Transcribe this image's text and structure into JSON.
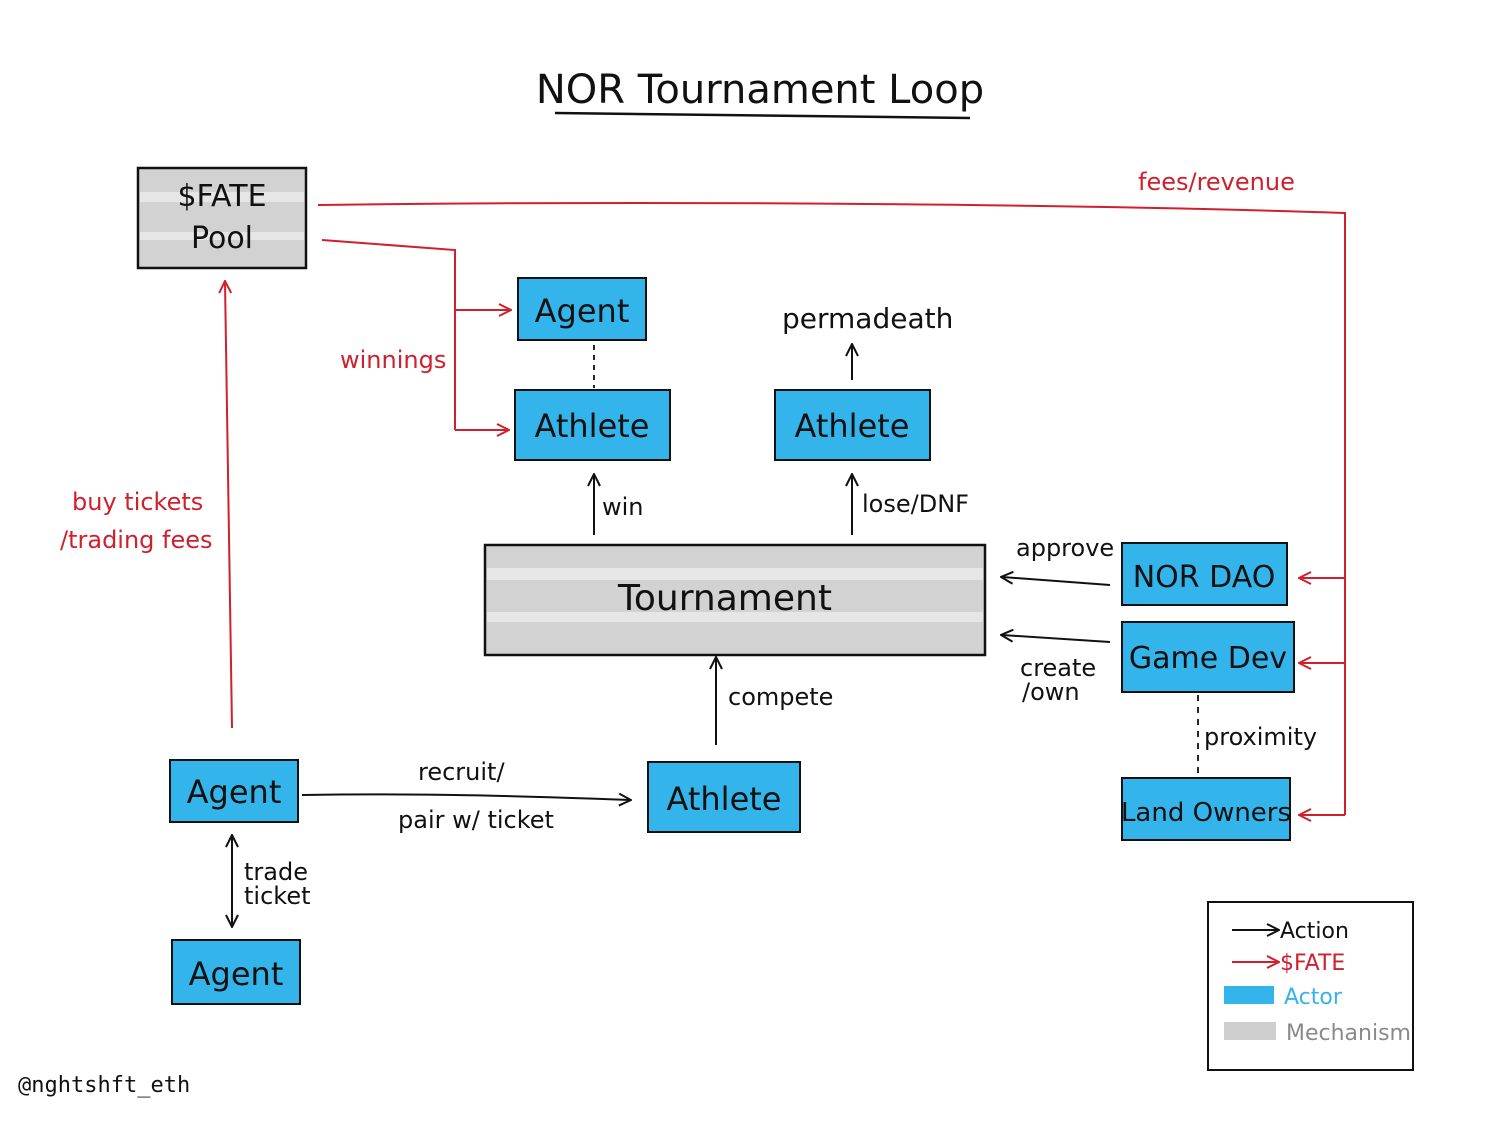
{
  "title": "NOR Tournament Loop",
  "credit": "@nghtshft_eth",
  "colors": {
    "action": "#111111",
    "fate": "#d0202e",
    "actor": "#33b4ea",
    "mechanism": "#cfcfcf"
  },
  "nodes": {
    "fate_pool": {
      "line1": "$FATE",
      "line2": "Pool"
    },
    "agent_top": "Agent",
    "athlete_win": "Athlete",
    "athlete_lose": "Athlete",
    "tournament": "Tournament",
    "nor_dao": "NOR DAO",
    "game_dev": "Game Dev",
    "land_owners": "Land Owners",
    "agent_main": "Agent",
    "athlete_main": "Athlete",
    "agent_bottom": "Agent",
    "permadeath": "permadeath"
  },
  "labels": {
    "fees_revenue": "fees/revenue",
    "winnings": "winnings",
    "buy_tickets_1": "buy tickets",
    "buy_tickets_2": "/trading fees",
    "win": "win",
    "lose_dnf": "lose/DNF",
    "approve": "approve",
    "create_1": "create",
    "create_2": "/own",
    "proximity": "proximity",
    "compete": "compete",
    "recruit_1": "recruit/",
    "recruit_2": "pair w/ ticket",
    "trade_1": "trade",
    "trade_2": "ticket"
  },
  "legend": {
    "action": "Action",
    "fate": "$FATE",
    "actor": "Actor",
    "mechanism": "Mechanism"
  }
}
